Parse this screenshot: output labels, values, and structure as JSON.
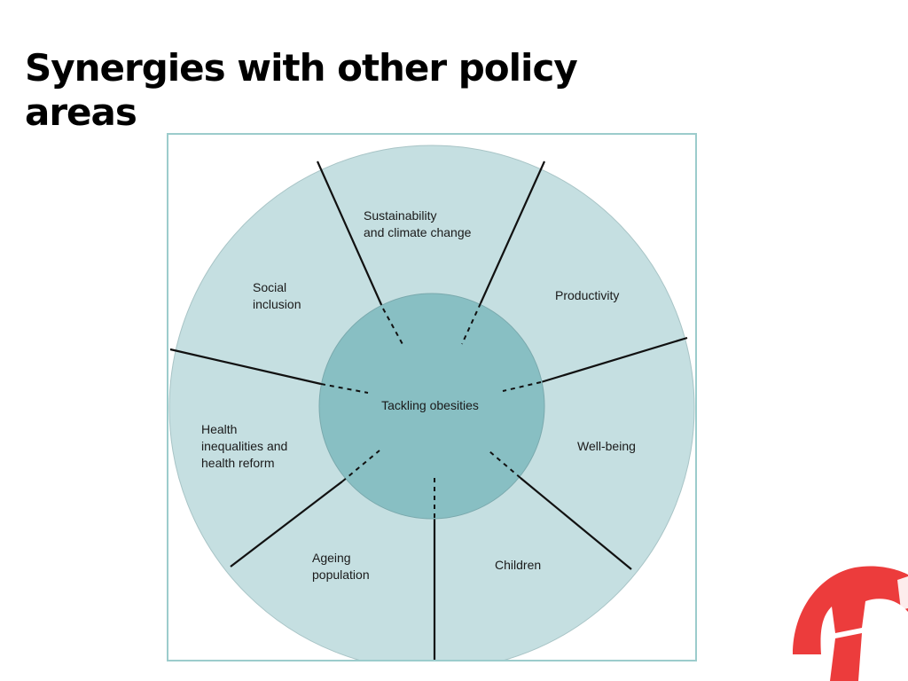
{
  "slide": {
    "title": "Synergies with other policy areas"
  },
  "diagram": {
    "center_label": "Tackling obesities",
    "segments": [
      {
        "id": "sustainability",
        "lines": [
          "Sustainability",
          "and climate change"
        ]
      },
      {
        "id": "productivity",
        "lines": [
          "Productivity"
        ]
      },
      {
        "id": "wellbeing",
        "lines": [
          "Well-being"
        ]
      },
      {
        "id": "children",
        "lines": [
          "Children"
        ]
      },
      {
        "id": "ageing",
        "lines": [
          "Ageing",
          "population"
        ]
      },
      {
        "id": "health",
        "lines": [
          "Health",
          "inequalities and",
          "health reform"
        ]
      },
      {
        "id": "social",
        "lines": [
          "Social",
          "inclusion"
        ]
      }
    ],
    "colors": {
      "outer_ring": "#c5dfe1",
      "inner_circle": "#88bfc3",
      "divider": "#111111",
      "frame": "#9ccccc"
    }
  },
  "logo": {
    "color": "#ec3c3c",
    "icon": "organisation-logo-icon"
  }
}
